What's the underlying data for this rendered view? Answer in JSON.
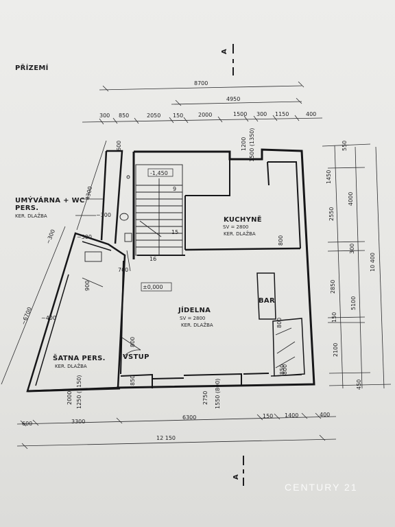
{
  "title": "PŘÍZEMÍ",
  "section_marks": {
    "top": "A",
    "bottom": "A"
  },
  "watermark": "CENTURY 21",
  "rooms": {
    "kuchyne": {
      "name": "KUCHYNĚ",
      "sv": "SV = 2800",
      "floor": "KER. DLAŽBA"
    },
    "jidelna": {
      "name": "JÍDELNA",
      "sv": "SV = 2800",
      "floor": "KER. DLAŽBA"
    },
    "bar": {
      "name": "BAR"
    },
    "umyvarna": {
      "name": "UMÝVÁRNA + WC",
      "name2": "PERS.",
      "floor": "KER. DLAŽBA"
    },
    "satna": {
      "name": "ŠATNA PERS.",
      "floor": "KER. DLAŽBA"
    },
    "vstup": {
      "name": "VSTUP"
    }
  },
  "levels": {
    "stair_landing": "-1,450",
    "floor_level": "±0,000"
  },
  "stair_numbers": {
    "top": "9",
    "mid": "15",
    "bottom": "16"
  },
  "dims_top": {
    "overall": "8700",
    "sub": "4950",
    "chain": [
      "300",
      "850",
      "2050",
      "150",
      "2000",
      "1500",
      "300",
      "1150",
      "400"
    ]
  },
  "dims_bottom": {
    "chain": [
      "600",
      "3300",
      "6300",
      "150",
      "1400",
      "400"
    ],
    "overall": "12 150"
  },
  "dims_right": {
    "overall": "10 400",
    "chain": [
      "550",
      "1450",
      "2550",
      "300",
      "2850",
      "150",
      "2100",
      "450"
    ],
    "group1": "4000",
    "group2": "5100"
  },
  "dims_left": {
    "a": "4300",
    "b": "~300",
    "c": "~300",
    "d": "~6700",
    "e": "~400"
  },
  "openings": {
    "o1": "600",
    "o2": "1200",
    "o3": "1500 (1350)",
    "o4": "800",
    "o5": "700",
    "o6": "800",
    "o7": "800",
    "o8": "900",
    "o9": "2000",
    "o10": "1250 (1150)",
    "o11": "2750",
    "o12": "1550 (800)",
    "o13": "800",
    "o14": "850",
    "o15": "850"
  }
}
